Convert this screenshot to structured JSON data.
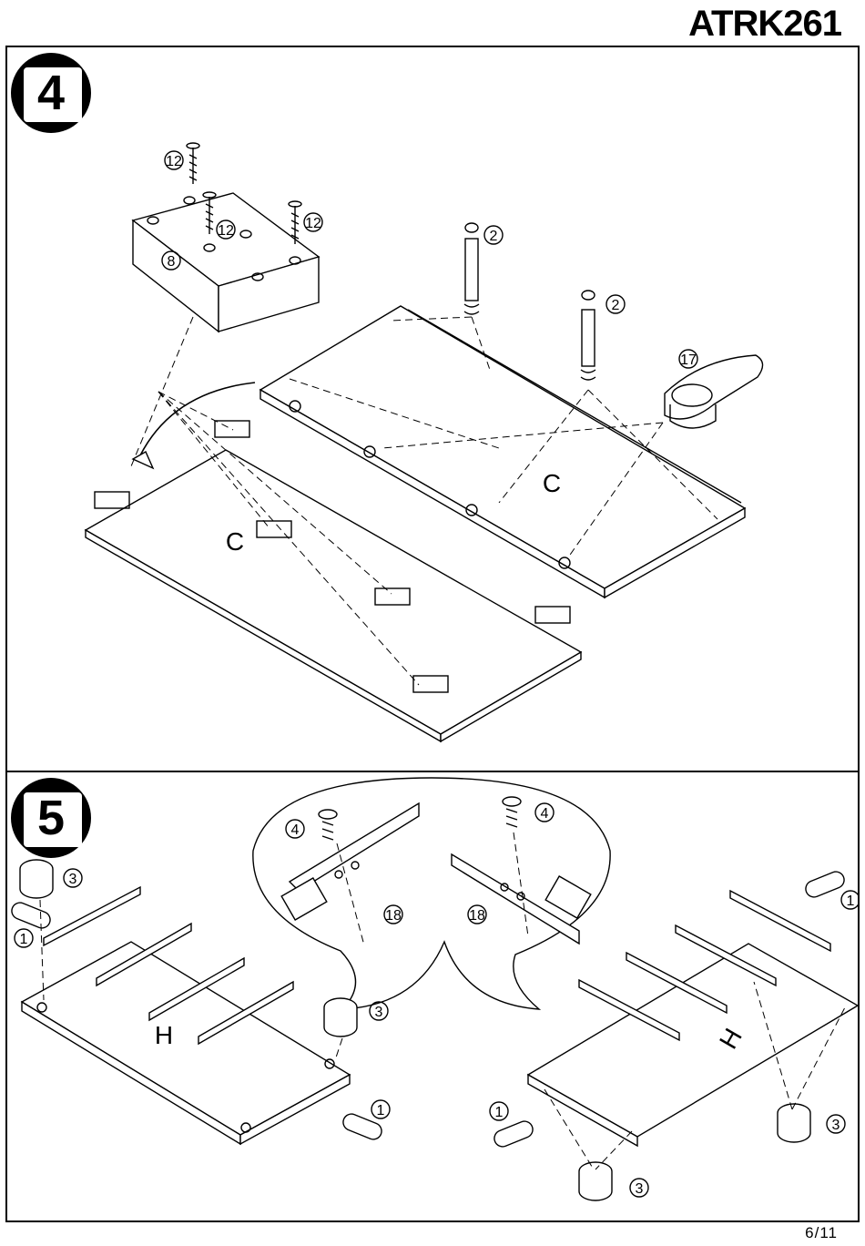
{
  "header": {
    "doc_code": "ATRK261"
  },
  "steps": [
    {
      "number": "4",
      "callouts": {
        "screw": "12",
        "block": "8",
        "cam_bolt": "2",
        "cam_lock": "17"
      },
      "panel_marks": {
        "left": "C",
        "right": "C"
      }
    },
    {
      "number": "5",
      "callouts": {
        "dowel": "1",
        "cam_lock": "3",
        "screw": "4",
        "rail": "18"
      },
      "panel_marks": {
        "left": "H",
        "right": "H"
      }
    }
  ],
  "footer": {
    "page_number": "6/11"
  }
}
